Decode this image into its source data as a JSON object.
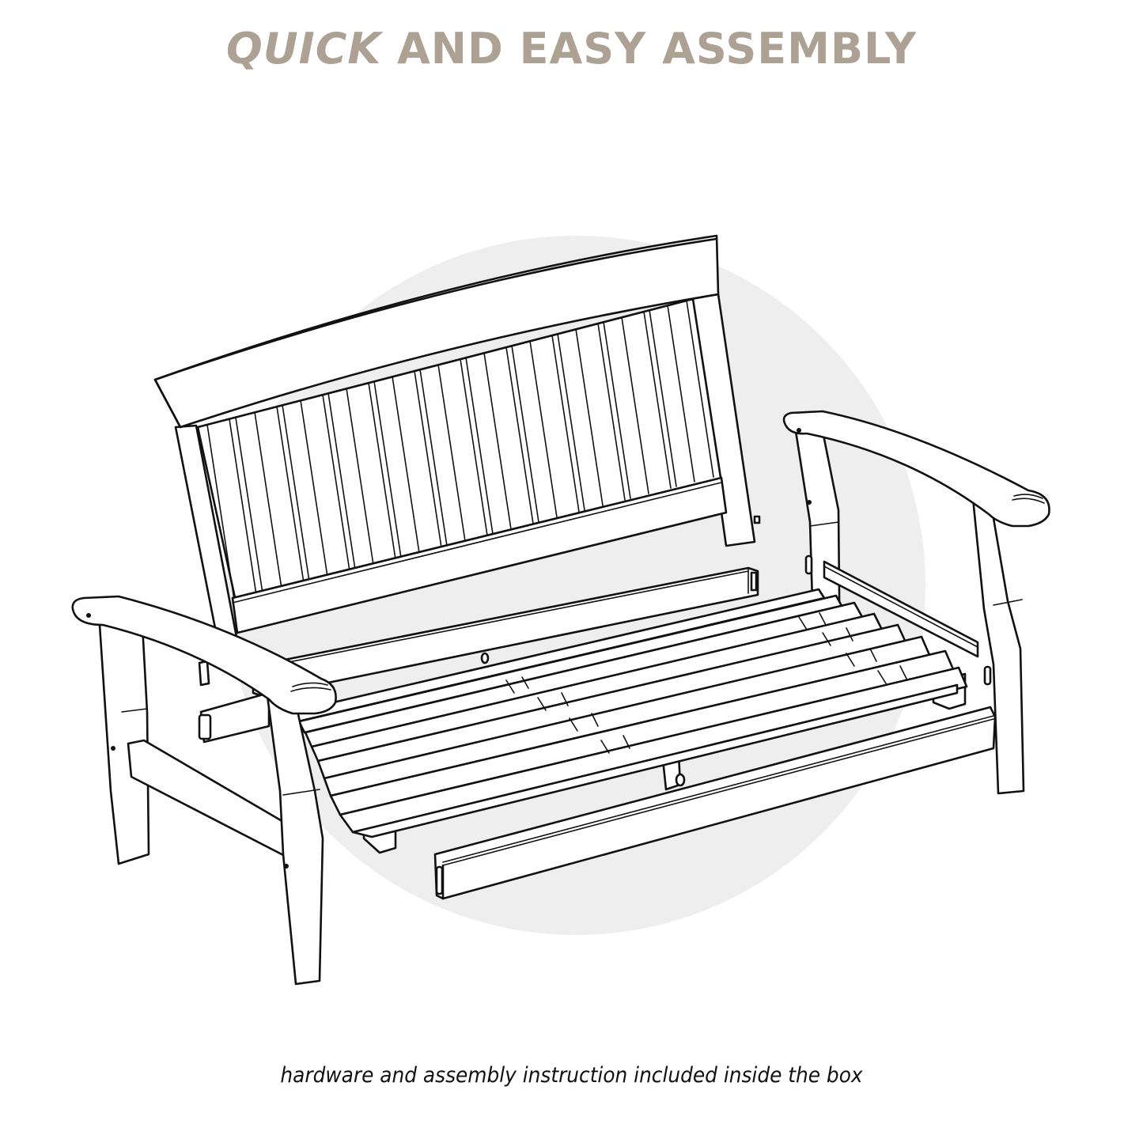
{
  "title": {
    "emphasis": "QUICK",
    "rest": " AND EASY ASSEMBLY",
    "color": "#ADA194"
  },
  "illustration": {
    "subject": "wooden loveseat bench exploded assembly line drawing",
    "background_circle_color": "#EEEEEE"
  },
  "caption": {
    "text": "hardware and assembly instruction included inside the box"
  }
}
